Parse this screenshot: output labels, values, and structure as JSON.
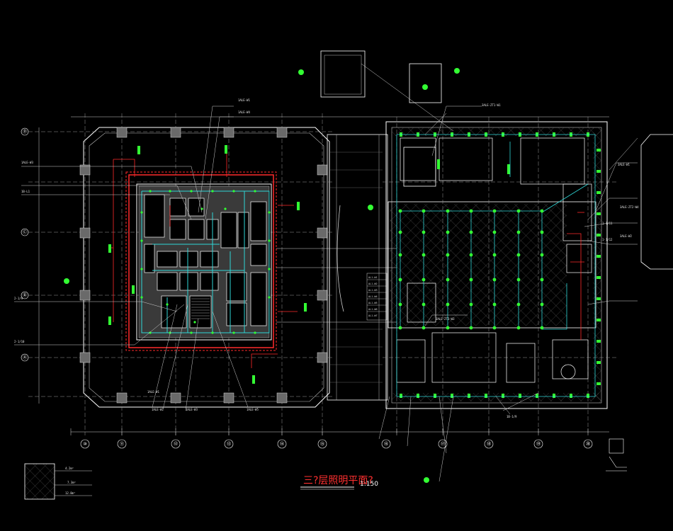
{
  "drawing": {
    "title": "三?层照明平面?",
    "scale": "1:150",
    "colors": {
      "background": "#000000",
      "wall": "#ffffff",
      "grid": "#9a9a9a",
      "wire_red": "#ff2a2a",
      "wire_cyan": "#2fd6d6",
      "fixture_green": "#33ff33",
      "leader": "#cfcfcf",
      "hatch": "#7a7a7a"
    }
  },
  "axes": {
    "bottom": [
      "⑩",
      "⑪",
      "⑫",
      "⑬",
      "⑭",
      "⑮",
      "⑯",
      "⑰",
      "⑱",
      "⑲",
      "⑳"
    ],
    "left": [
      "Ⓓ",
      "Ⓒ",
      "Ⓑ",
      "Ⓐ"
    ]
  },
  "callouts": {
    "top_center": [
      "1ALE-W1",
      "1ALE-W4"
    ],
    "left_side": [
      "1ALE-W3",
      "1B-L1",
      "2-1/9",
      "2-1/10"
    ],
    "bottom_center": [
      "1ALE-W1",
      "1ALE-W2",
      "1ALE-W3",
      "1ALE-W5"
    ],
    "right_block_top": [
      "3ALE-ZT1-W1"
    ],
    "right_block_side": [
      "3ALE-W1",
      "3ALE-ZT2-W4",
      "3ALE-W2",
      "1-1/11",
      "1-1/12"
    ],
    "right_block_bottom": [
      "3ALE-ZT2-W3",
      "1B-1/9"
    ],
    "panel_list": [
      "AL1-W1",
      "AL1-W2",
      "AL1-W3",
      "AL1-W4",
      "AL1-W5",
      "AL1-W6",
      "AL1-W7"
    ]
  },
  "legend_box": {
    "lines": [
      "4.2m²",
      "7.3m²",
      "12.8m²"
    ]
  }
}
